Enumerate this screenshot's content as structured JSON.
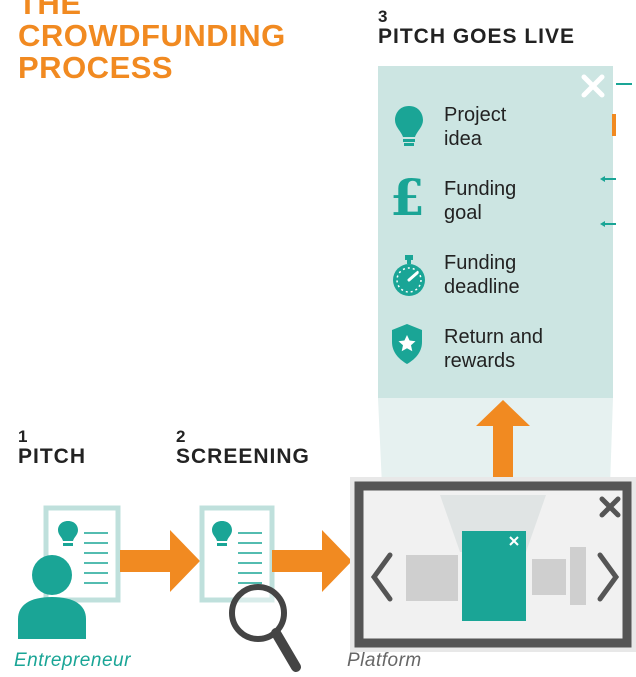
{
  "title": {
    "line1": "THE",
    "line2": "CROWDFUNDING",
    "line3": "PROCESS"
  },
  "steps": [
    {
      "number": "1",
      "label": "PITCH"
    },
    {
      "number": "2",
      "label": "SCREENING"
    },
    {
      "number": "3",
      "label": "PITCH GOES LIVE"
    }
  ],
  "pitch_items": [
    {
      "icon": "lightbulb-icon",
      "label": "Project idea",
      "line1": "Project",
      "line2": "idea"
    },
    {
      "icon": "pound-sign-icon",
      "label": "Funding goal",
      "line1": "Funding",
      "line2": "goal"
    },
    {
      "icon": "stopwatch-icon",
      "label": "Funding deadline",
      "line1": "Funding",
      "line2": "deadline"
    },
    {
      "icon": "star-shield-icon",
      "label": "Return and rewards",
      "line1": "Return and",
      "line2": "rewards"
    }
  ],
  "captions": {
    "entrepreneur": "Entrepreneur",
    "platform": "Platform"
  },
  "colors": {
    "title_orange": "#f18a21",
    "arrow_orange": "#f18a21",
    "teal": "#1aa596",
    "panel_bg": "#cce5e2",
    "frame_gray": "#555555",
    "doc_border": "#bfe0dc"
  }
}
